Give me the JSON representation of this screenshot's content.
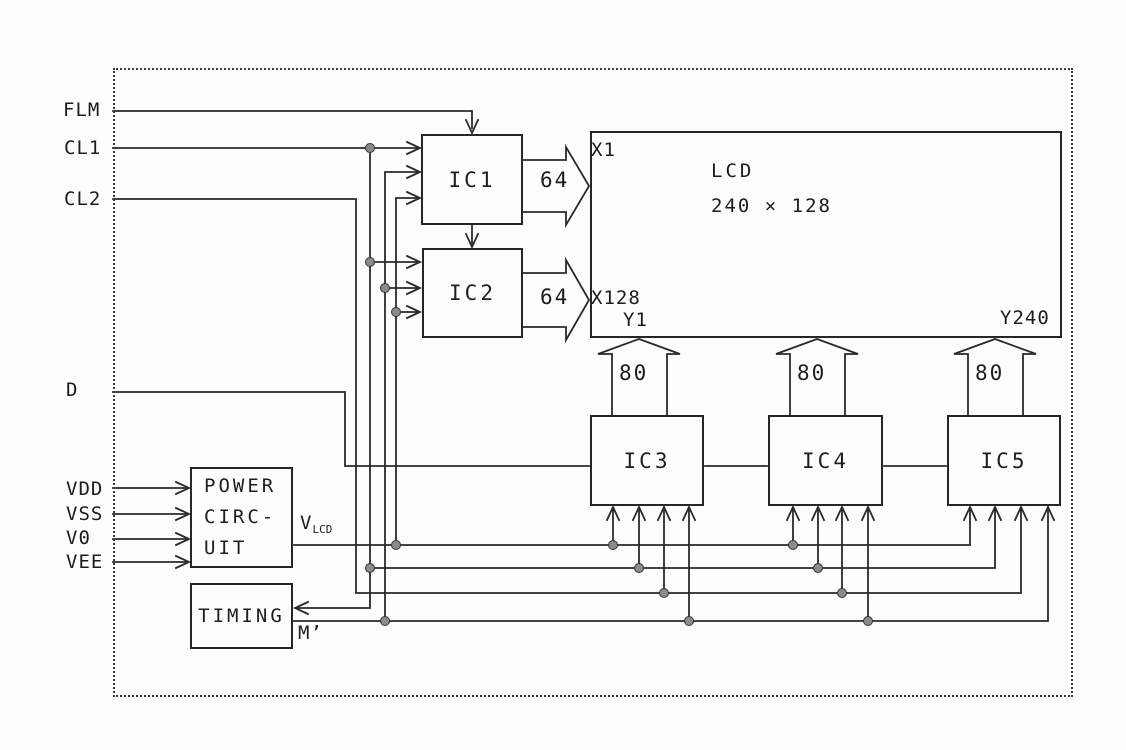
{
  "diagram": {
    "kind": "LCD driver block diagram (scanned figure)",
    "inputs": {
      "flm": "FLM",
      "cl1": "CL1",
      "cl2": "CL2",
      "d": "D",
      "vdd": "VDD",
      "vss": "VSS",
      "v0": "V0",
      "vee": "VEE"
    },
    "blocks": {
      "ic1": "IC1",
      "ic2": "IC2",
      "ic3": "IC3",
      "ic4": "IC4",
      "ic5": "IC5",
      "power": {
        "line1": "POWER",
        "line2": "CIRC-",
        "line3": "UIT"
      },
      "timing": "TIMING",
      "lcd": {
        "name": "LCD",
        "size": "240 × 128"
      }
    },
    "lcd_labels": {
      "x1": "X1",
      "x128": "X128",
      "y1": "Y1",
      "y240": "Y240"
    },
    "bus_widths": {
      "ic1_out": "64",
      "ic2_out": "64",
      "ic3_out": "80",
      "ic4_out": "80",
      "ic5_out": "80"
    },
    "internal_signals": {
      "vlcd_base": "V",
      "vlcd_sub": "LCD",
      "m_prime": "M’"
    },
    "colors": {
      "line": "#2a2a2a",
      "junction_dot": "#8b8b8b",
      "background": "#fdfdfd"
    }
  }
}
